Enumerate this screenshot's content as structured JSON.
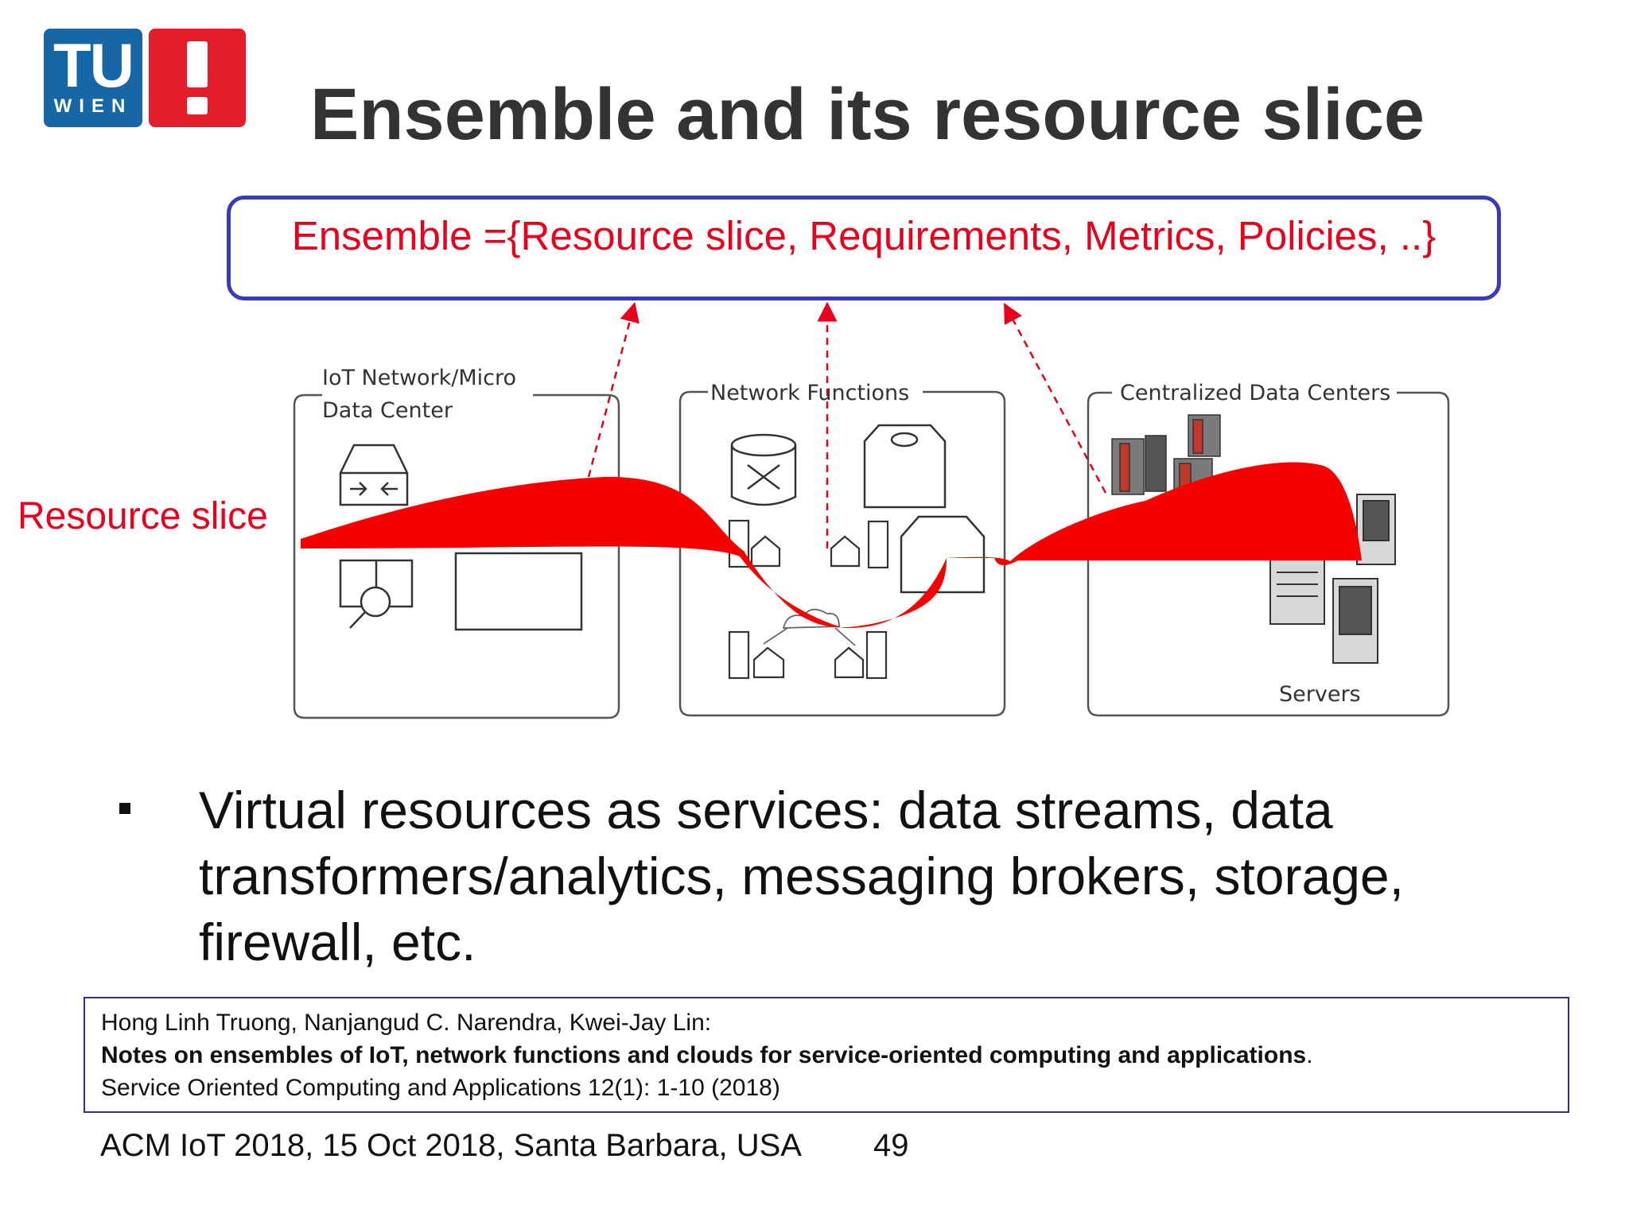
{
  "logo": {
    "tu": "TU",
    "wien": "WIEN"
  },
  "title": "Ensemble and its resource slice",
  "ensemble_definition": "Ensemble ={Resource slice, Requirements, Metrics, Policies, ..}",
  "resource_slice_label": "Resource slice",
  "diagram": {
    "iot_box_line1": "IoT Network/Micro",
    "iot_box_line2": "Data Center",
    "network_functions": "Network Functions",
    "data_centers": "Centralized Data Centers",
    "servers": "Servers"
  },
  "bullet": "Virtual resources as services: data streams, data transformers/analytics, messaging brokers, storage, firewall, etc.",
  "reference": {
    "authors": "Hong Linh Truong, Nanjangud C. Narendra, Kwei-Jay Lin:",
    "paper_title": "Notes on ensembles of IoT, network functions and clouds for service-oriented computing and applications",
    "paper_title_end": ".",
    "venue": "Service Oriented Computing and Applications 12(1): 1-10 (2018)"
  },
  "footer": "ACM IoT 2018, 15 Oct 2018, Santa Barbara, USA",
  "page_number": "49",
  "colors": {
    "accent_red": "#e8001c",
    "box_blue": "#3b3bb3",
    "tu_blue": "#1767a6",
    "tu_red": "#e41d2a"
  }
}
